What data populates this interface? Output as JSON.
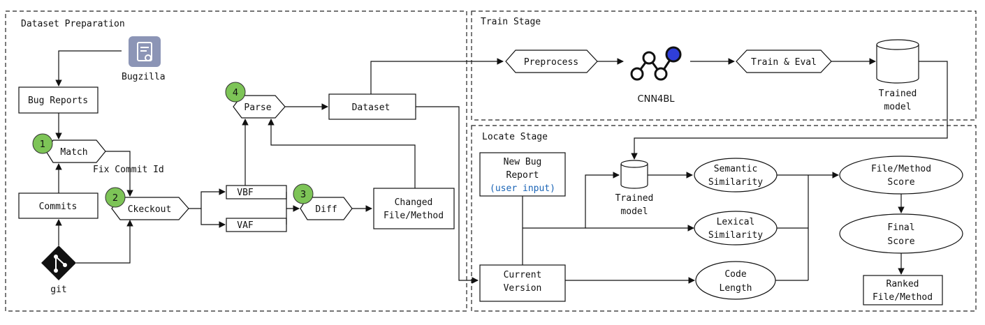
{
  "sections": {
    "dataset_preparation": "Dataset Preparation",
    "train_stage": "Train Stage",
    "locate_stage": "Locate Stage"
  },
  "nodes": {
    "bugzilla": "Bugzilla",
    "bug_reports": "Bug Reports",
    "match": "Match",
    "fix_commit_id": "Fix Commit Id",
    "commits": "Commits",
    "git": "git",
    "checkout": "Ckeckout",
    "vbf": "VBF",
    "vaf": "VAF",
    "diff": "Diff",
    "changed_line1": "Changed",
    "changed_line2": "File/Method",
    "parse": "Parse",
    "dataset": "Dataset",
    "preprocess": "Preprocess",
    "cnn4bl": "CNN4BL",
    "train_eval": "Train & Eval",
    "trained_model_top_line1": "Trained",
    "trained_model_top_line2": "model",
    "new_bug_line1": "New Bug",
    "new_bug_line2": "Report",
    "new_bug_line3": "(user input)",
    "current_version_line1": "Current",
    "current_version_line2": "Version",
    "trained_model_locate_line1": "Trained",
    "trained_model_locate_line2": "model",
    "semantic_line1": "Semantic",
    "semantic_line2": "Similarity",
    "lexical_line1": "Lexical",
    "lexical_line2": "Similarity",
    "code_length_line1": "Code",
    "code_length_line2": "Length",
    "fm_score_line1": "File/Method",
    "fm_score_line2": "Score",
    "final_score_line1": "Final",
    "final_score_line2": "Score",
    "ranked_line1": "Ranked",
    "ranked_line2": "File/Method"
  },
  "badges": [
    "1",
    "2",
    "3",
    "4"
  ],
  "colors": {
    "badge": "#7dc457",
    "link": "#1a64b6",
    "node_blue": "#2f3ed8",
    "icon_bg": "#8c95b6"
  },
  "icons": {
    "bugzilla": "bug-report-document-icon",
    "git": "git-logo-icon",
    "cnn4bl": "neural-graph-icon"
  }
}
